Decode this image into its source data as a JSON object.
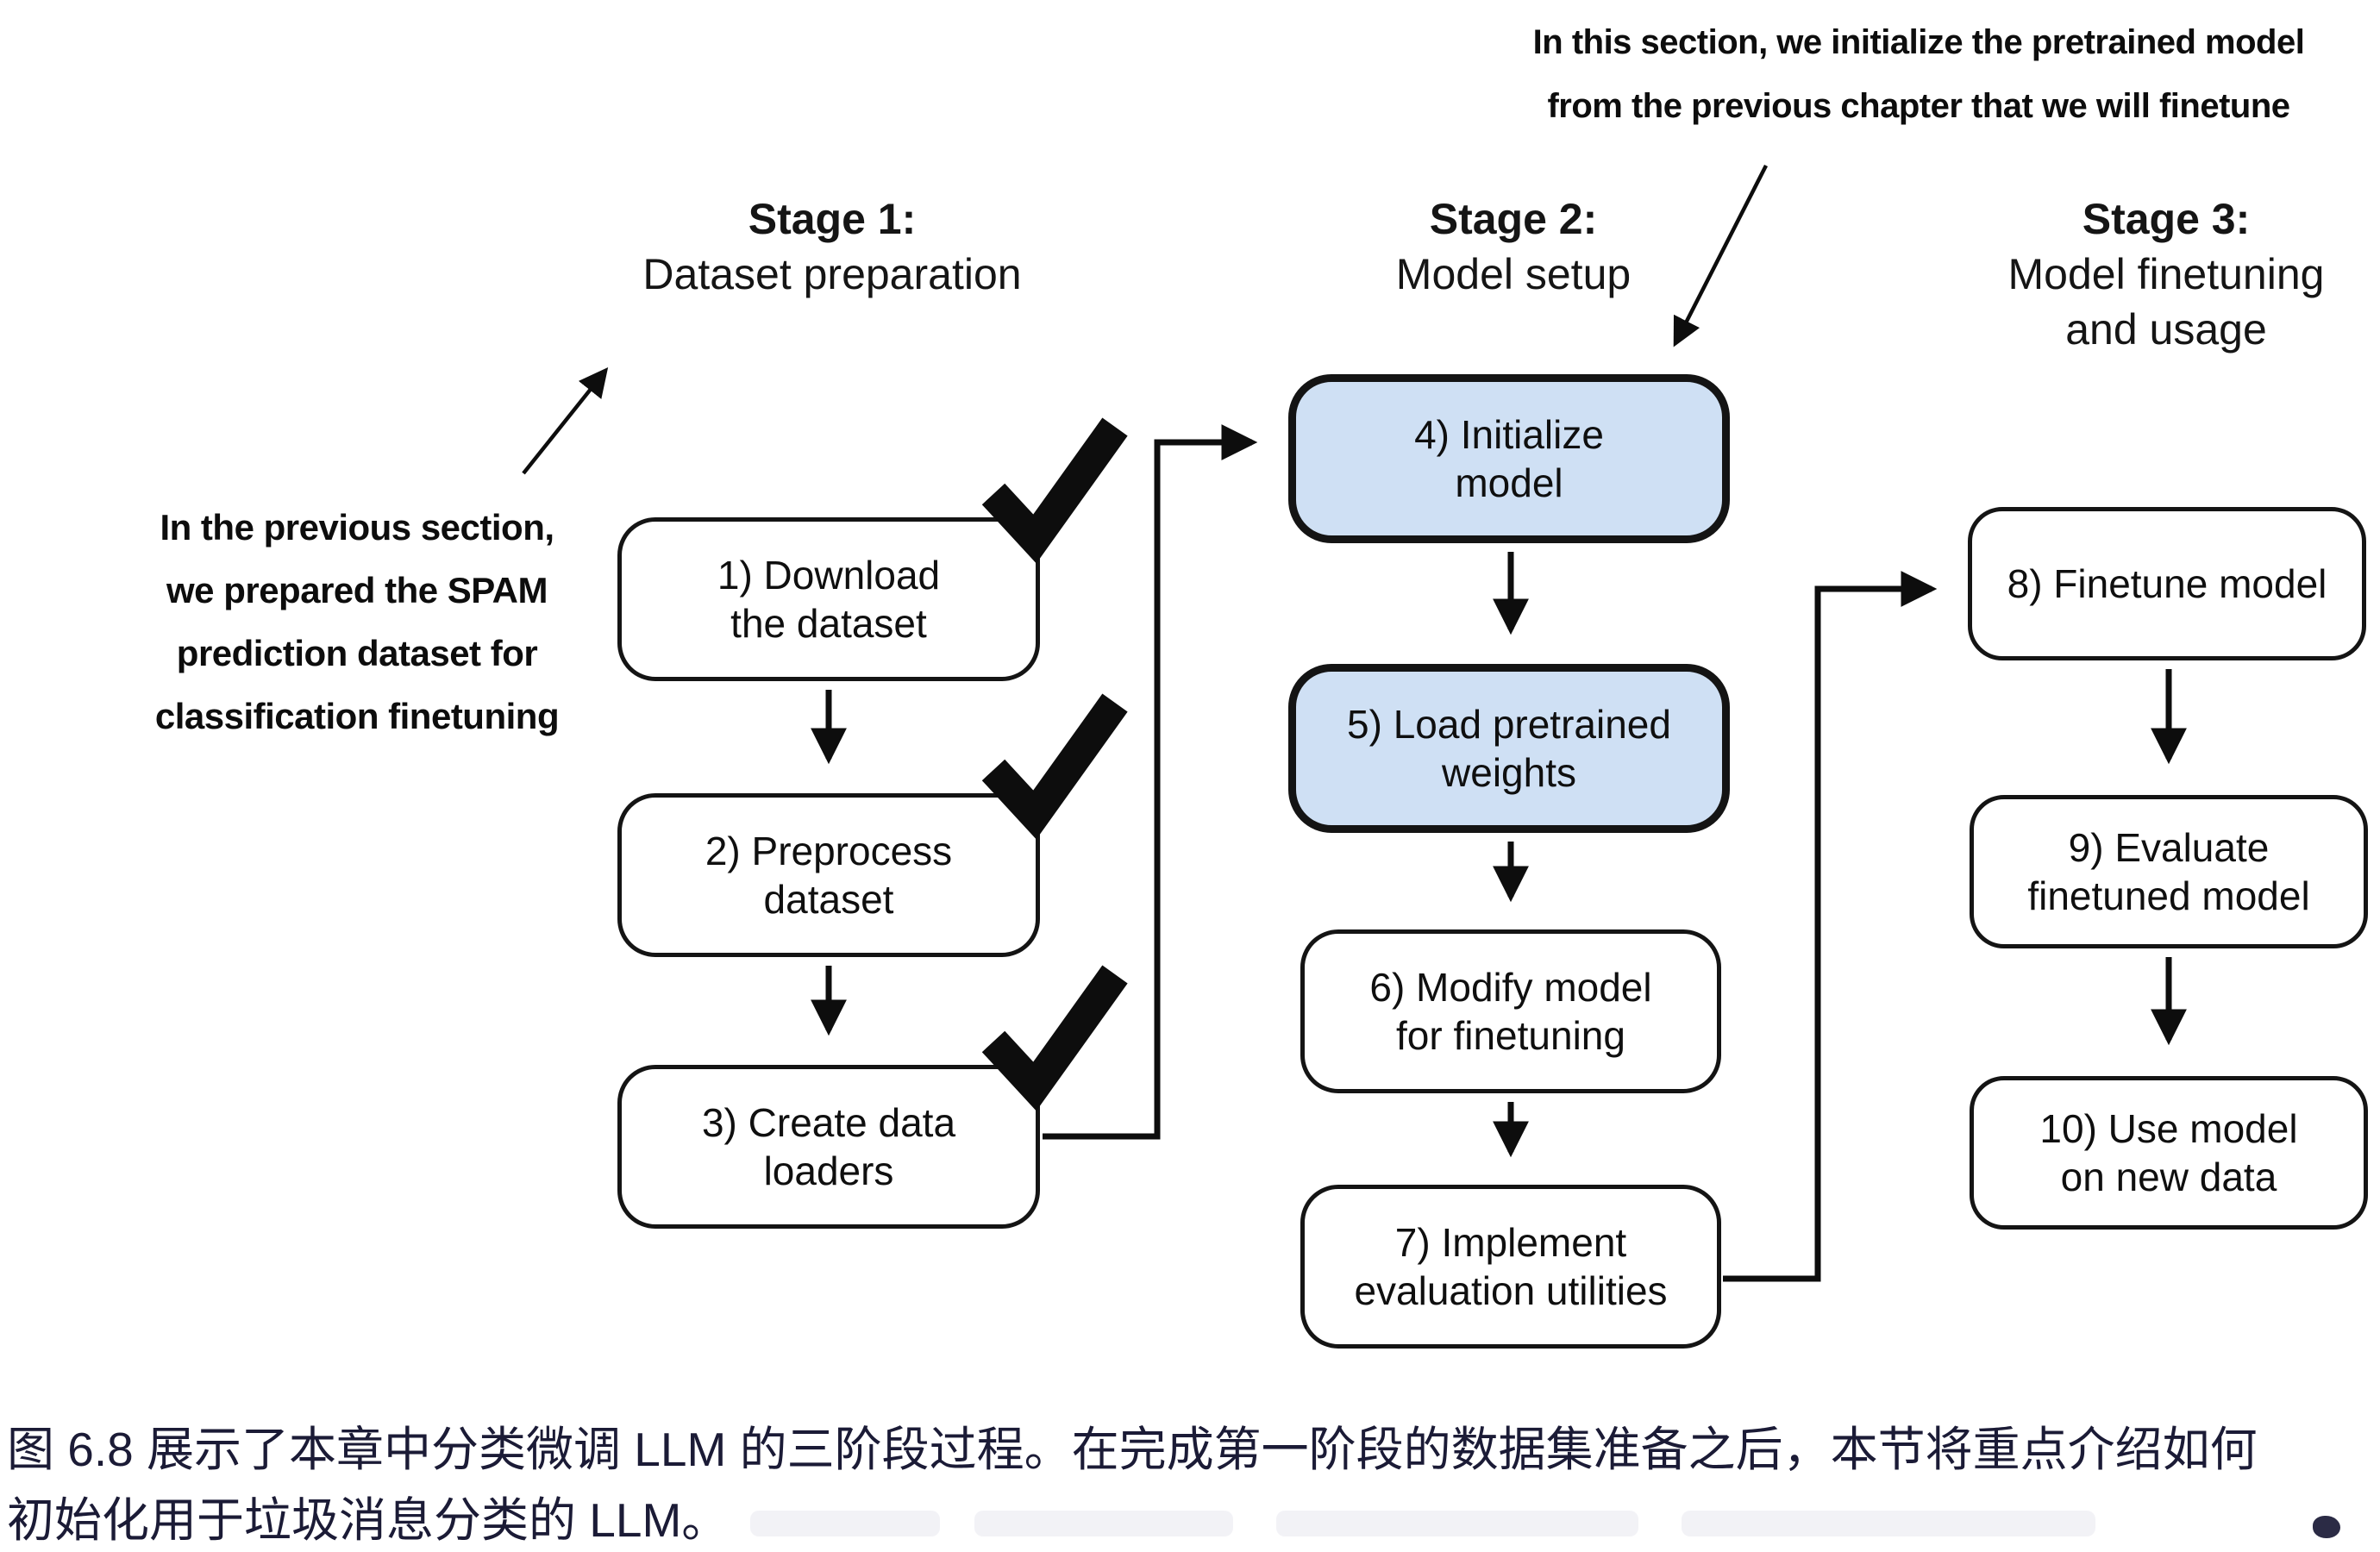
{
  "figure": {
    "kind": "three-stage flowchart",
    "background": "#ffffff"
  },
  "colors": {
    "highlight_fill": "#cfe0f4",
    "line": "#0d0d0d",
    "caption_text": "#1b1b36"
  },
  "icons": {
    "completed": "checkmark-icon",
    "flow": "arrow-icon"
  },
  "annotations": {
    "top": {
      "lines": [
        "In this section, we initialize the pretrained model",
        "from the previous chapter that we will finetune"
      ]
    },
    "left": {
      "lines": [
        "In the previous section,",
        "we prepared the SPAM",
        "prediction dataset for",
        "classification finetuning"
      ]
    }
  },
  "stages": [
    {
      "title": "Stage 1:",
      "subtitle_lines": [
        "Dataset preparation"
      ],
      "boxes": [
        {
          "label_lines": [
            "1) Download",
            "the dataset"
          ],
          "completed": true,
          "highlighted": false
        },
        {
          "label_lines": [
            "2) Preprocess",
            "dataset"
          ],
          "completed": true,
          "highlighted": false
        },
        {
          "label_lines": [
            "3) Create data",
            "loaders"
          ],
          "completed": true,
          "highlighted": false
        }
      ]
    },
    {
      "title": "Stage 2:",
      "subtitle_lines": [
        "Model setup"
      ],
      "boxes": [
        {
          "label_lines": [
            "4) Initialize",
            "model"
          ],
          "completed": false,
          "highlighted": true
        },
        {
          "label_lines": [
            "5) Load pretrained",
            "weights"
          ],
          "completed": false,
          "highlighted": true
        },
        {
          "label_lines": [
            "6) Modify model",
            "for finetuning"
          ],
          "completed": false,
          "highlighted": false
        },
        {
          "label_lines": [
            "7) Implement",
            "evaluation utilities"
          ],
          "completed": false,
          "highlighted": false
        }
      ]
    },
    {
      "title": "Stage 3:",
      "subtitle_lines": [
        "Model finetuning",
        "and usage"
      ],
      "boxes": [
        {
          "label_lines": [
            "8) Finetune model"
          ],
          "completed": false,
          "highlighted": false
        },
        {
          "label_lines": [
            "9) Evaluate",
            "finetuned model"
          ],
          "completed": false,
          "highlighted": false
        },
        {
          "label_lines": [
            "10) Use model",
            "on new data"
          ],
          "completed": false,
          "highlighted": false
        }
      ]
    }
  ],
  "caption": {
    "lines": [
      "图 6.8 展示了本章中分类微调 LLM 的三阶段过程。在完成第一阶段的数据集准备之后，本节将重点介绍如何",
      "初始化用于垃圾消息分类的 LLM。"
    ]
  }
}
